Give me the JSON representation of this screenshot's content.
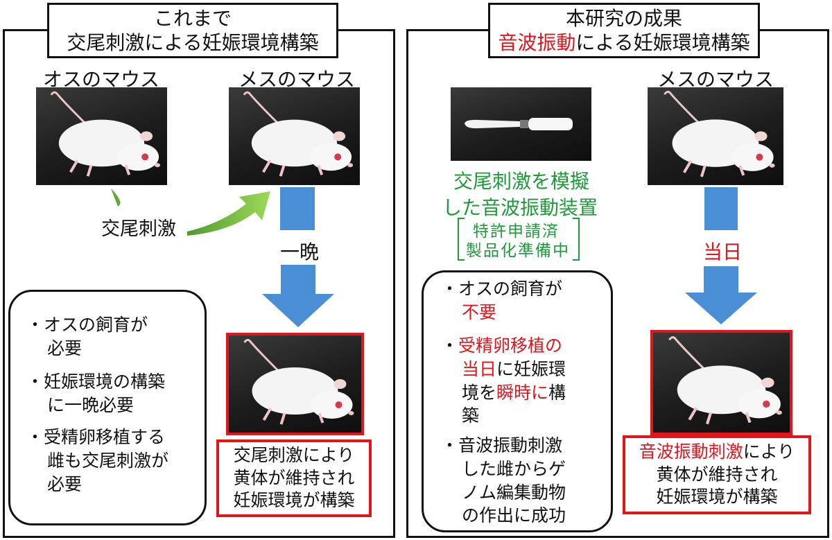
{
  "left": {
    "title_line1": "これまで",
    "title_line2": "交尾刺激による妊娠環境構築",
    "male_label": "オスのマウス",
    "female_label": "メスのマウス",
    "stim_label": "交尾刺激",
    "overnight_label": "一晩",
    "bullets": [
      {
        "lines": [
          "オスの飼育が",
          "必要"
        ]
      },
      {
        "lines": [
          "妊娠環境の構築",
          "に一晩必要"
        ]
      },
      {
        "lines": [
          "受精卵移植する",
          "雌も交尾刺激が",
          "必要"
        ]
      }
    ],
    "result_lines": [
      "交尾刺激により",
      "黄体が維持され",
      "妊娠環境が構築"
    ]
  },
  "right": {
    "title_line1": "本研究の成果",
    "title_line2_red": "音波振動",
    "title_line2_rest": "による妊娠環境構築",
    "female_label": "メスのマウス",
    "device_line1": "交尾刺激を模擬",
    "device_line2": "した音波振動装置",
    "patent_line1": "特許申請済",
    "patent_line2": "製品化準備中",
    "sameday_label": "当日",
    "bullets": {
      "b1_line1": "オスの飼育が",
      "b1_line2_red": "不要",
      "b2_line1_red": "受精卵移植の",
      "b2_line2_red": "当日",
      "b2_line2_rest": "に妊娠環",
      "b2_line3_a": "境を",
      "b2_line3_red": "瞬時に",
      "b2_line3_b": "構",
      "b2_line4": "築",
      "b3_lines": [
        "音波振動刺激",
        "した雌からゲ",
        "ノム編集動物",
        "の作出に成功"
      ]
    },
    "result_line1_red": "音波振動刺激",
    "result_line1_rest": "により",
    "result_line2": "黄体が維持され",
    "result_line3": "妊娠環境が構築"
  },
  "bullet_mark": "・",
  "colors": {
    "red": "#e4141b",
    "green": "#1e9a3a",
    "blue_arrow": "#4a8fd6",
    "green_arrow": "#7dc242"
  }
}
